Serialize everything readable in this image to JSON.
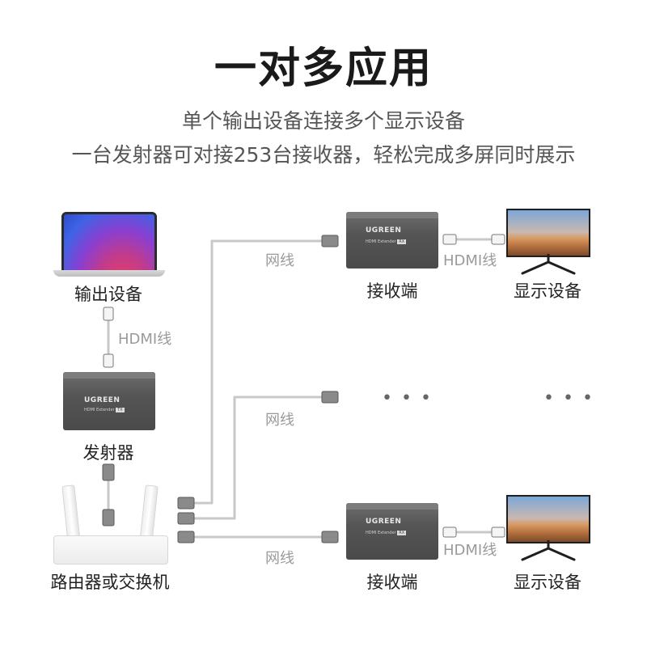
{
  "title": "一对多应用",
  "subtitle_line1": "单个输出设备连接多个显示设备",
  "subtitle_line2": "一台发射器可对接253台接收器，轻松完成多屏同时展示",
  "labels": {
    "output_device": "输出设备",
    "transmitter": "发射器",
    "router": "路由器或交换机",
    "receiver": "接收端",
    "display": "显示设备",
    "hdmi_cable": "HDMI线",
    "network_cable": "网线",
    "ellipsis": "• • •"
  },
  "device": {
    "brand": "UGREEN",
    "model_text": "HDMI Extender",
    "model_tag": "RX",
    "model_tag_tx": "TX"
  },
  "colors": {
    "device_body": "#555555",
    "cable": "#c8c8c8",
    "network_label": "#9a9a9a"
  }
}
